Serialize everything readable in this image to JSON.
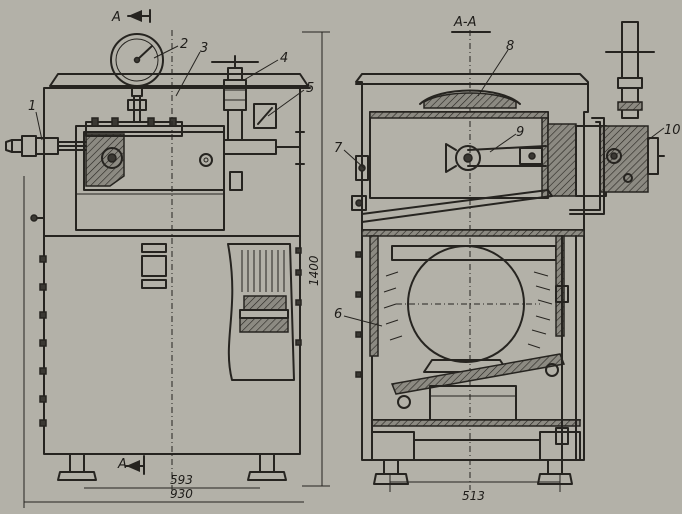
{
  "section": {
    "view_mark": "А",
    "section_title": "А-А",
    "cut_mark_bottom": "А"
  },
  "callouts": [
    "1",
    "2",
    "3",
    "4",
    "5",
    "6",
    "7",
    "8",
    "9",
    "10"
  ],
  "dimensions": {
    "height": "1400",
    "depth": "593",
    "width": "930",
    "section_width": "513"
  }
}
